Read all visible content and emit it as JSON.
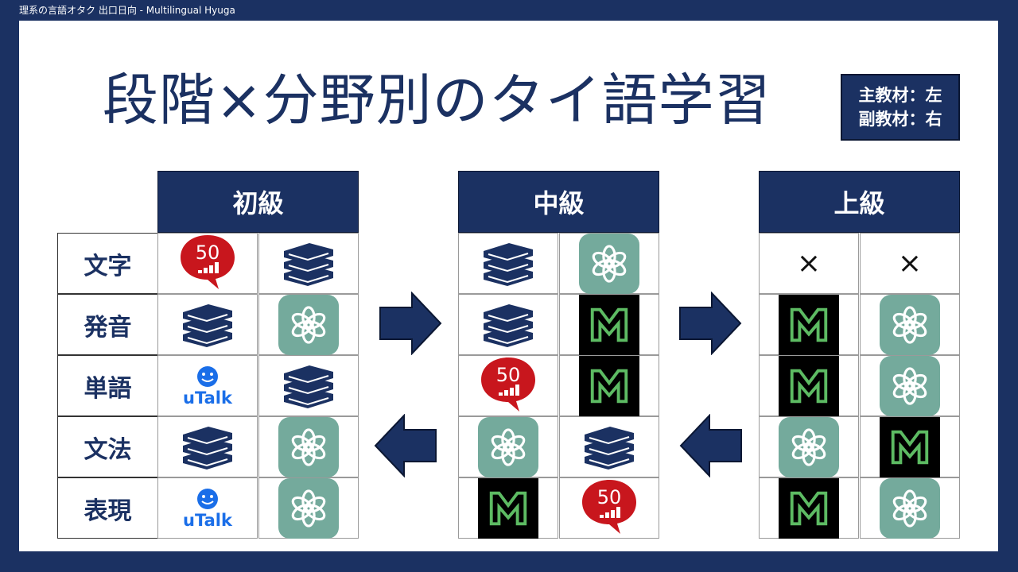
{
  "header": {
    "text": "理系の言語オタク 出口日向 - Multilingual Hyuga"
  },
  "title": "段階×分野別のタイ語学習",
  "legend": {
    "line1": "主教材：左",
    "line2": "副教材：右"
  },
  "levels": [
    {
      "name": "初級"
    },
    {
      "name": "中級"
    },
    {
      "name": "上級"
    }
  ],
  "categories": [
    "文字",
    "発音",
    "単語",
    "文法",
    "表現"
  ],
  "icons": {
    "50languages": {
      "label": "50",
      "color": "#c8161d"
    },
    "book": {
      "color": "#1b3162"
    },
    "chatgpt": {
      "color": "#74aa9c"
    },
    "mm": {
      "color": "#5dbb63"
    },
    "utalk": {
      "label": "uTalk",
      "color": "#1a6ee8"
    },
    "none": {
      "label": "×"
    }
  },
  "grid": {
    "beginner": [
      [
        "50languages",
        "book"
      ],
      [
        "book",
        "chatgpt"
      ],
      [
        "utalk",
        "book"
      ],
      [
        "book",
        "chatgpt"
      ],
      [
        "utalk",
        "chatgpt"
      ]
    ],
    "intermediate": [
      [
        "book",
        "chatgpt"
      ],
      [
        "book",
        "mm"
      ],
      [
        "50languages",
        "mm"
      ],
      [
        "chatgpt",
        "book"
      ],
      [
        "mm",
        "50languages"
      ]
    ],
    "advanced": [
      [
        "none",
        "none"
      ],
      [
        "mm",
        "chatgpt"
      ],
      [
        "mm",
        "chatgpt"
      ],
      [
        "chatgpt",
        "mm"
      ],
      [
        "mm",
        "chatgpt"
      ]
    ]
  }
}
